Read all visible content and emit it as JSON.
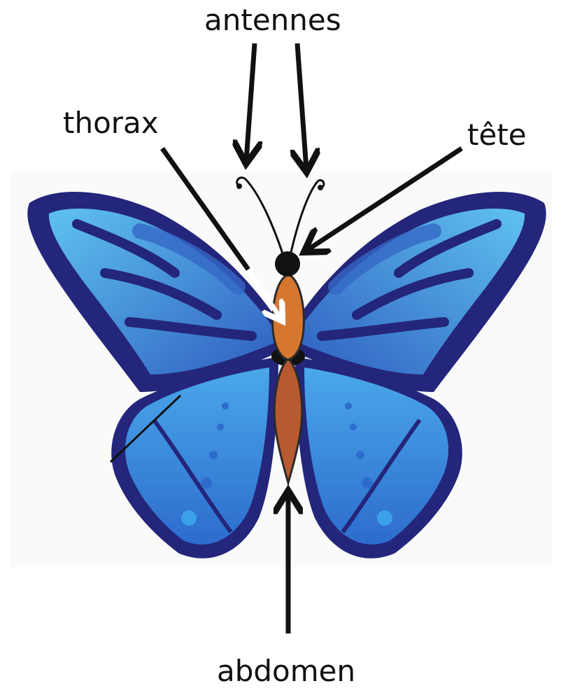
{
  "labels": {
    "antennes": "antennes",
    "thorax": "thorax",
    "tete": "tête",
    "abdomen": "abdomen"
  },
  "colors": {
    "wing_outline": "#23267a",
    "wing_dark": "#2f4bb0",
    "wing_mid": "#3f8fdd",
    "wing_light": "#5fc2f0",
    "thorax": "#d6772f",
    "abdomen": "#b85a30",
    "head": "#111111",
    "arrow": "#111111",
    "arrow_on_body": "#ffffff"
  }
}
